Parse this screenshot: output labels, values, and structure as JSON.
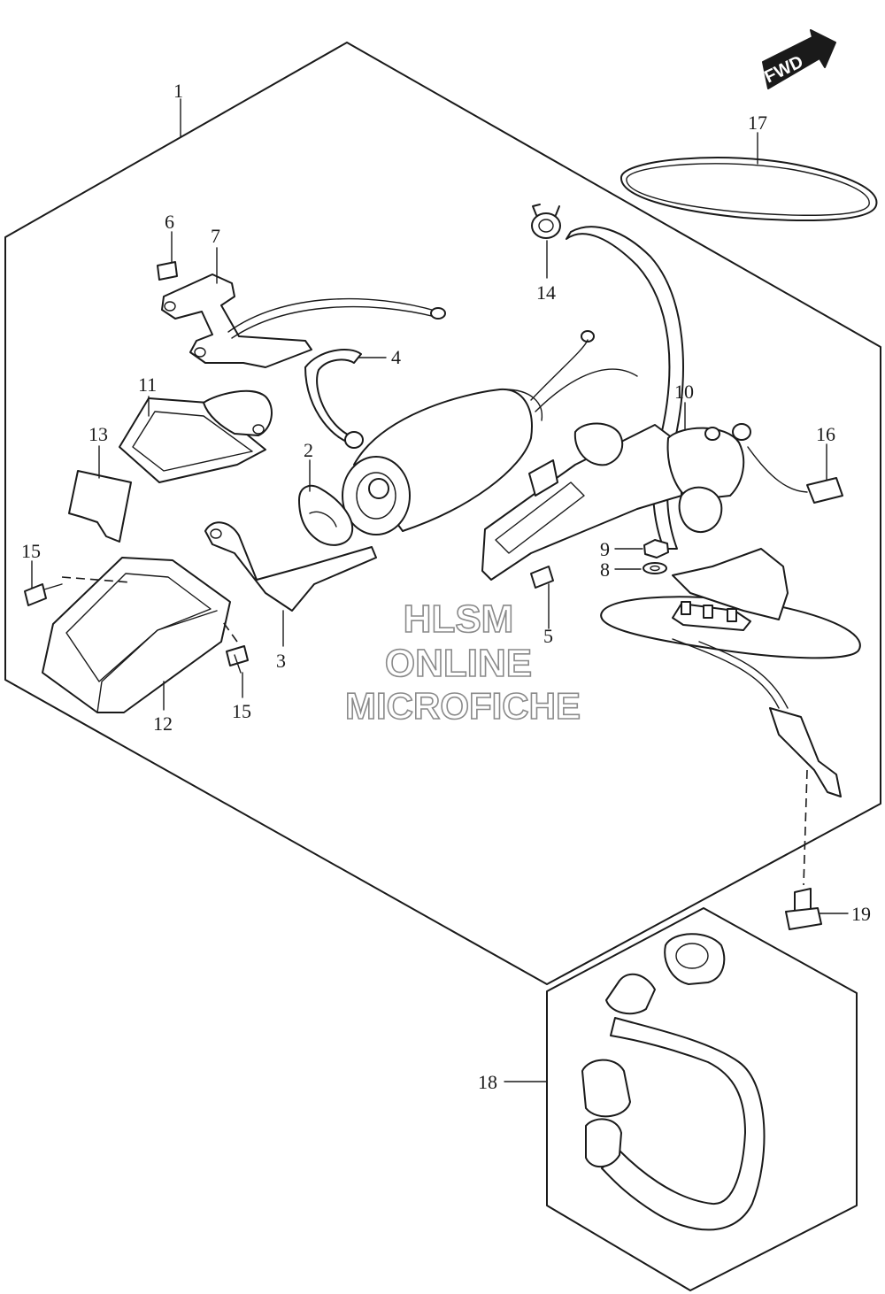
{
  "callouts": {
    "c1": "1",
    "c2": "2",
    "c3": "3",
    "c4": "4",
    "c5": "5",
    "c6": "6",
    "c7": "7",
    "c8": "8",
    "c9": "9",
    "c10": "10",
    "c11": "11",
    "c12": "12",
    "c13": "13",
    "c14": "14",
    "c15a": "15",
    "c15b": "15",
    "c16": "16",
    "c17": "17",
    "c18": "18",
    "c19": "19"
  },
  "fwd_label": "FWD",
  "watermark": {
    "line1": "HLSM",
    "line2": "ONLINE",
    "line3": "MICROFICHE"
  }
}
